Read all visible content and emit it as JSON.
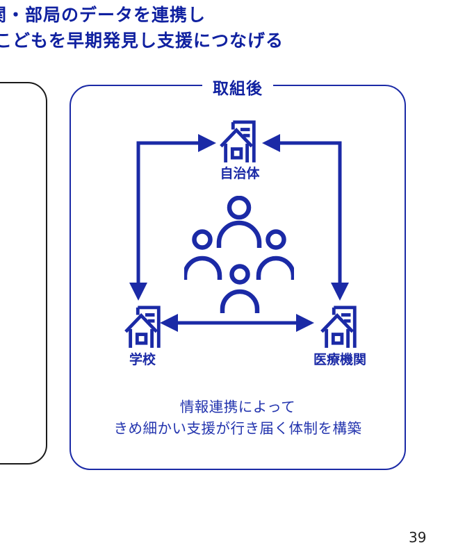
{
  "page": {
    "headline_line1": "関・部局のデータを連携し",
    "headline_line2": "こどもを早期発見し支援につなげる",
    "page_number": "39"
  },
  "after_panel": {
    "title": "取組後",
    "nodes": {
      "municipality": "自治体",
      "school": "学校",
      "medical": "医療機関"
    },
    "caption_line1": "情報連携によって",
    "caption_line2": "きめ細かい支援が行き届く体制を構築"
  },
  "icons": {
    "municipality": "building-icon",
    "school": "building-icon",
    "medical": "building-icon",
    "center": "people-group-icon",
    "arrows": "double-headed-arrows"
  },
  "colors": {
    "accent_blue": "#1B2AA6",
    "headline_blue": "#1021A0",
    "caption_blue": "#2334AE",
    "left_panel_border": "#1a1a1a",
    "page_number_color": "#222222",
    "background": "#ffffff"
  }
}
